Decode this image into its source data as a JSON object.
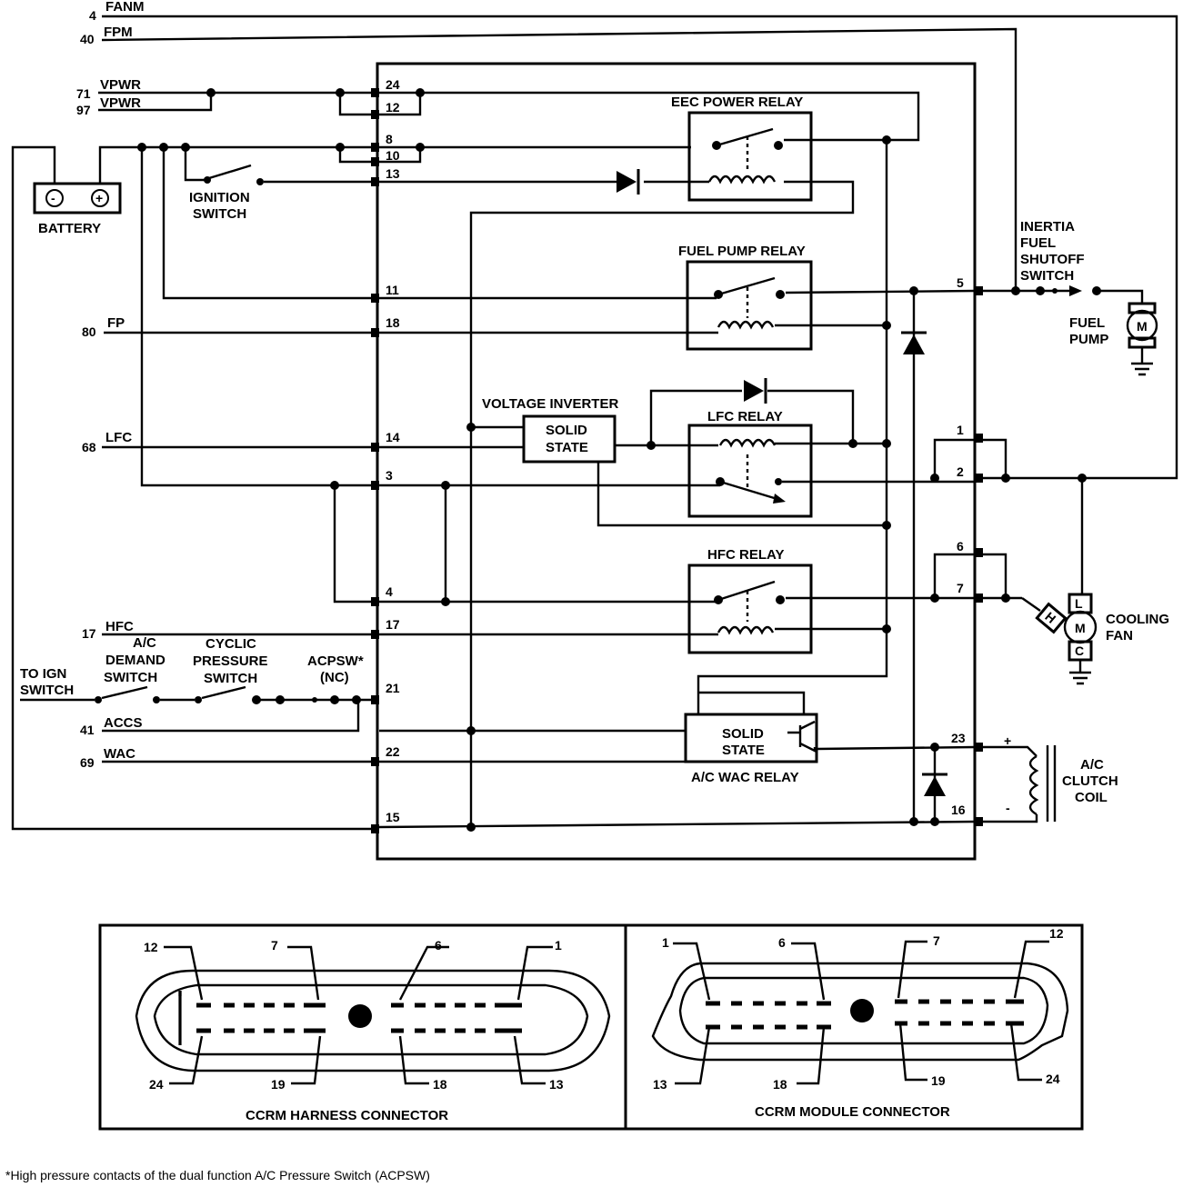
{
  "wires_left": {
    "fanm": {
      "num": "4",
      "name": "FANM"
    },
    "fpm": {
      "num": "40",
      "name": "FPM"
    },
    "vpwr1": {
      "num": "71",
      "name": "VPWR"
    },
    "vpwr2": {
      "num": "97",
      "name": "VPWR"
    },
    "fp": {
      "num": "80",
      "name": "FP"
    },
    "lfc": {
      "num": "68",
      "name": "LFC"
    },
    "hfc": {
      "num": "17",
      "name": "HFC"
    },
    "accs": {
      "num": "41",
      "name": "ACCS"
    },
    "wac": {
      "num": "69",
      "name": "WAC"
    }
  },
  "pins_left": [
    "24",
    "12",
    "8",
    "10",
    "13",
    "11",
    "18",
    "14",
    "3",
    "4",
    "17",
    "21",
    "22",
    "15"
  ],
  "pins_right": [
    "5",
    "1",
    "2",
    "6",
    "7",
    "23",
    "16"
  ],
  "components": {
    "battery": "BATTERY",
    "battery_neg": "-",
    "battery_pos": "+",
    "ignition_line1": "IGNITION",
    "ignition_line2": "SWITCH",
    "eec_relay": "EEC POWER RELAY",
    "fuel_pump_relay": "FUEL PUMP RELAY",
    "voltage_inverter": "VOLTAGE INVERTER",
    "solid_state_1": "SOLID",
    "solid_state_2": "STATE",
    "lfc_relay": "LFC RELAY",
    "hfc_relay": "HFC RELAY",
    "wac_relay": "A/C WAC RELAY",
    "inertia_1": "INERTIA",
    "inertia_2": "FUEL",
    "inertia_3": "SHUTOFF",
    "inertia_4": "SWITCH",
    "fuel_pump_1": "FUEL",
    "fuel_pump_2": "PUMP",
    "motor_m": "M",
    "cooling_1": "COOLING",
    "cooling_2": "FAN",
    "fan_l": "L",
    "fan_h": "H",
    "fan_c": "C",
    "clutch_1": "A/C",
    "clutch_2": "CLUTCH",
    "clutch_3": "COIL",
    "clutch_plus": "+",
    "clutch_minus": "-",
    "to_ign_1": "TO IGN",
    "to_ign_2": "SWITCH",
    "ac_demand_1": "A/C",
    "ac_demand_2": "DEMAND",
    "ac_demand_3": "SWITCH",
    "cyclic_1": "CYCLIC",
    "cyclic_2": "PRESSURE",
    "cyclic_3": "SWITCH",
    "acpsw_1": "ACPSW*",
    "acpsw_2": "(NC)"
  },
  "harness_connector": {
    "title": "CCRM HARNESS CONNECTOR",
    "labels": [
      "12",
      "7",
      "6",
      "1",
      "24",
      "19",
      "18",
      "13"
    ]
  },
  "module_connector": {
    "title": "CCRM MODULE CONNECTOR",
    "labels": [
      "1",
      "6",
      "7",
      "12",
      "13",
      "18",
      "19",
      "24"
    ]
  },
  "footnote": "*High pressure contacts of the dual function A/C Pressure Switch (ACPSW)"
}
